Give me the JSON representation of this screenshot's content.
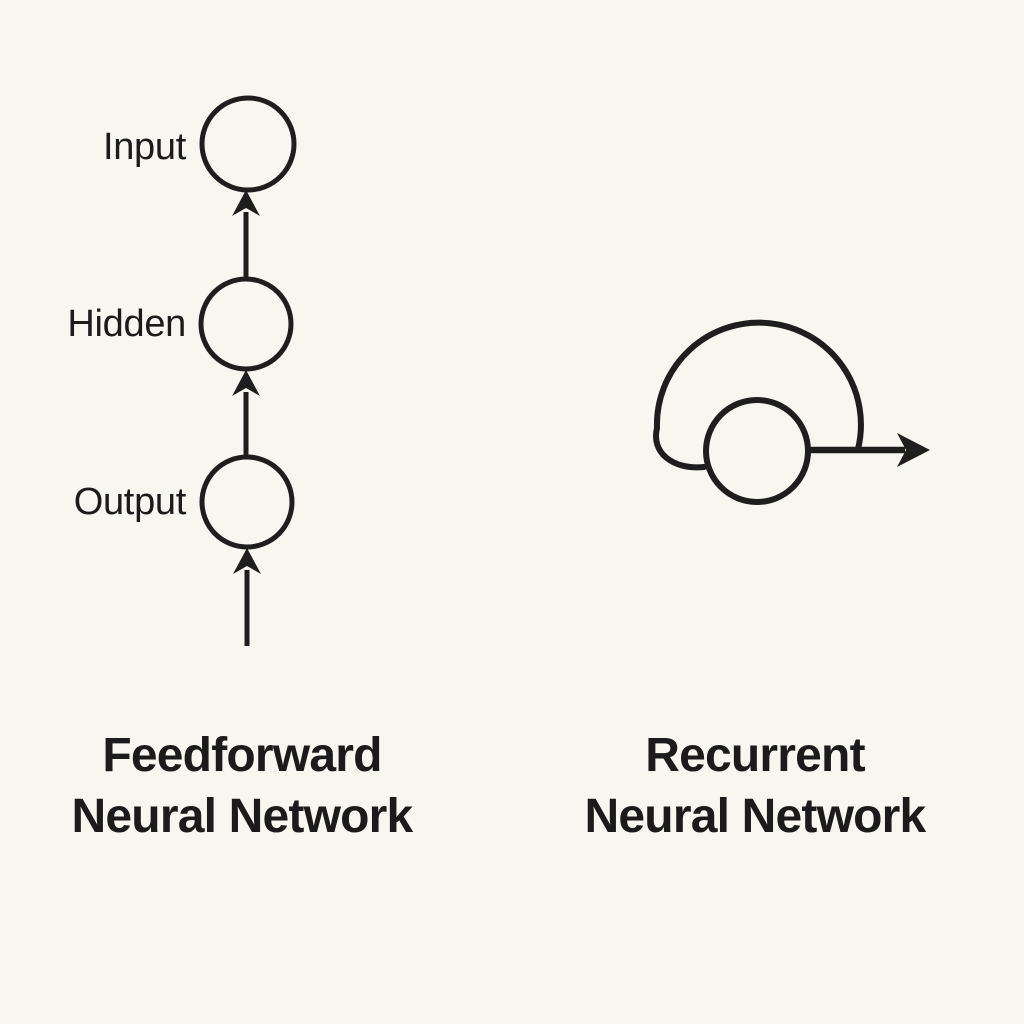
{
  "colors": {
    "background": "#F8F6F0",
    "ink": "#1E1E1E",
    "text": "#1B1B1B"
  },
  "diagrams": {
    "feedforward": {
      "labels": {
        "input": "Input",
        "hidden": "Hidden",
        "output": "Output"
      },
      "title": {
        "line1": "Feedforward",
        "line2": "Neural Network"
      }
    },
    "recurrent": {
      "title": {
        "line1": "Recurrent",
        "line2": "Neural Network"
      }
    }
  }
}
